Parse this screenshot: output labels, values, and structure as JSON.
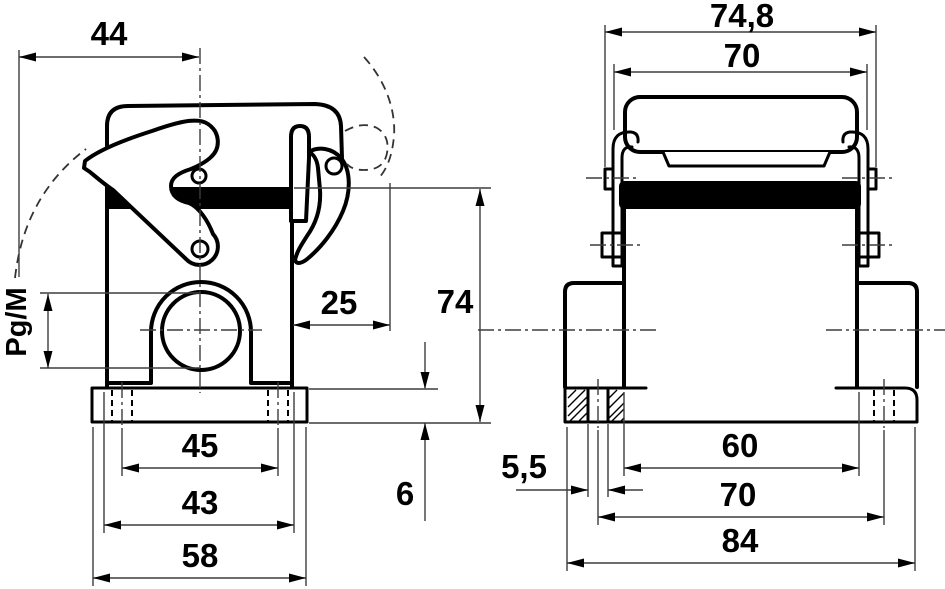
{
  "drawing": {
    "type": "technical dimension drawing",
    "subject": "heavy-duty rectangular connector housing with longitudinal locking lever, side view (left) and front view (right)",
    "colors": {
      "line": "#000000",
      "background": "#ffffff",
      "gasket_fill": "#000000"
    },
    "views": {
      "side_view": {
        "labels": {
          "d44": "44",
          "pgm": "Pg/M",
          "d25": "25",
          "d74": "74",
          "d6": "6",
          "d45": "45",
          "d43": "43",
          "d58": "58"
        }
      },
      "front_view": {
        "labels": {
          "d748": "74,8",
          "d70_top": "70",
          "d55": "5,5",
          "d60": "60",
          "d70_bottom": "70",
          "d84": "84"
        }
      }
    }
  }
}
